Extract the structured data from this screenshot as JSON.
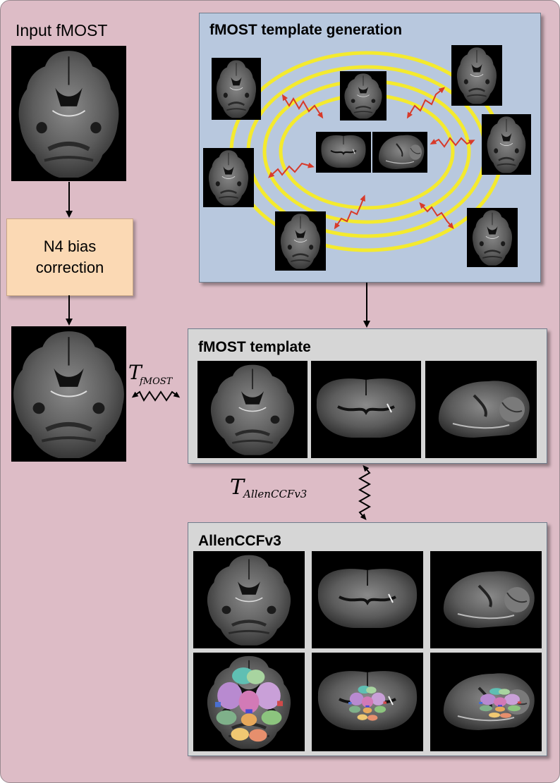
{
  "input": {
    "title": "Input fMOST"
  },
  "n4": {
    "line1": "N4 bias",
    "line2": "correction"
  },
  "template_generation": {
    "title": "fMOST template generation"
  },
  "template": {
    "title": "fMOST template"
  },
  "allen": {
    "title": "AllenCCFv3"
  },
  "transforms": {
    "fmost": {
      "symbol": "T",
      "subscript": "fMOST"
    },
    "allen": {
      "symbol": "T",
      "subscript": "AllenCCFv3"
    }
  },
  "colors": {
    "background": "#ddbcc6",
    "generation_panel": "#b8c8de",
    "template_panel": "#d6d6d6",
    "n4_box": "#fbd9b4",
    "rings": "#f4ea2e",
    "arrows": "#d83a2a"
  }
}
